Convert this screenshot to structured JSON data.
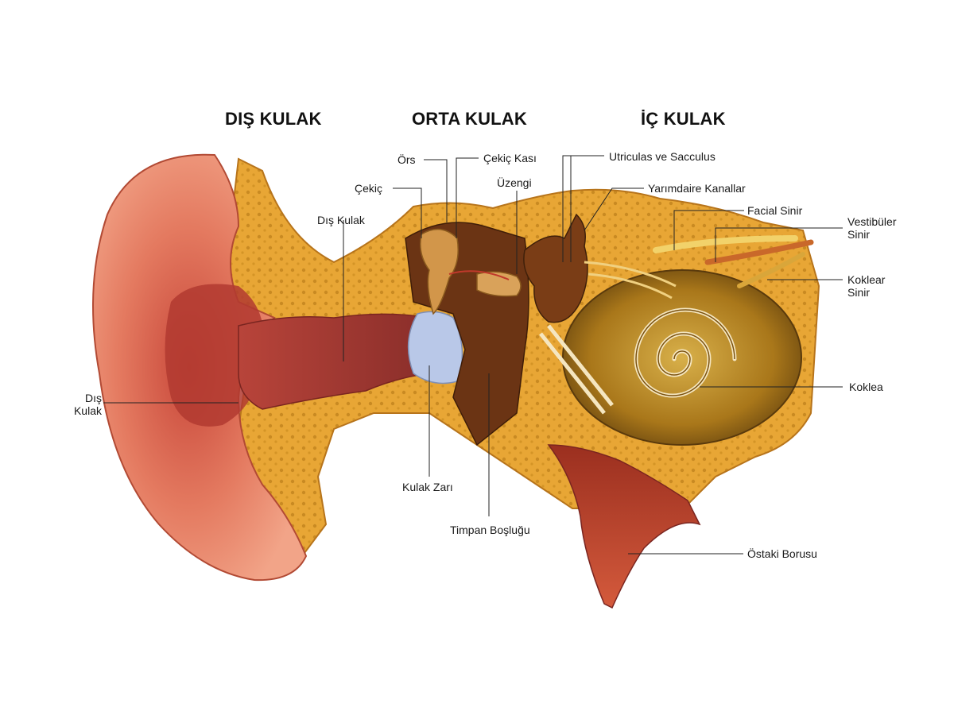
{
  "sections": {
    "outer": "DIŞ KULAK",
    "middle": "ORTA KULAK",
    "inner": "İÇ KULAK"
  },
  "labels": {
    "ors": "Örs",
    "cekic_kasi": "Çekiç Kası",
    "utriculas": "Utriculas ve Sacculus",
    "cekic": "Çekiç",
    "uzengi": "Üzengi",
    "yarimdaire": "Yarımdaire Kanallar",
    "dis_kulak_kanal": "Dış Kulak",
    "facial": "Facial Sinir",
    "vestibuler_1": "Vestibüler",
    "vestibuler_2": "Sinir",
    "koklear_1": "Koklear",
    "koklear_2": "Sinir",
    "dis_kulak_side_1": "Dış",
    "dis_kulak_side_2": "Kulak",
    "koklea": "Koklea",
    "kulak_zari": "Kulak Zarı",
    "timpan": "Timpan Boşluğu",
    "ostaki": "Östaki Borusu"
  },
  "colors": {
    "bone": "#e7a530",
    "bone_dark": "#c47c14",
    "skin": "#e8745a",
    "skin_dark": "#b9412f",
    "cavity": "#6b3414",
    "cochlea": "#b88a1e",
    "membrane": "#b9c8e8"
  }
}
